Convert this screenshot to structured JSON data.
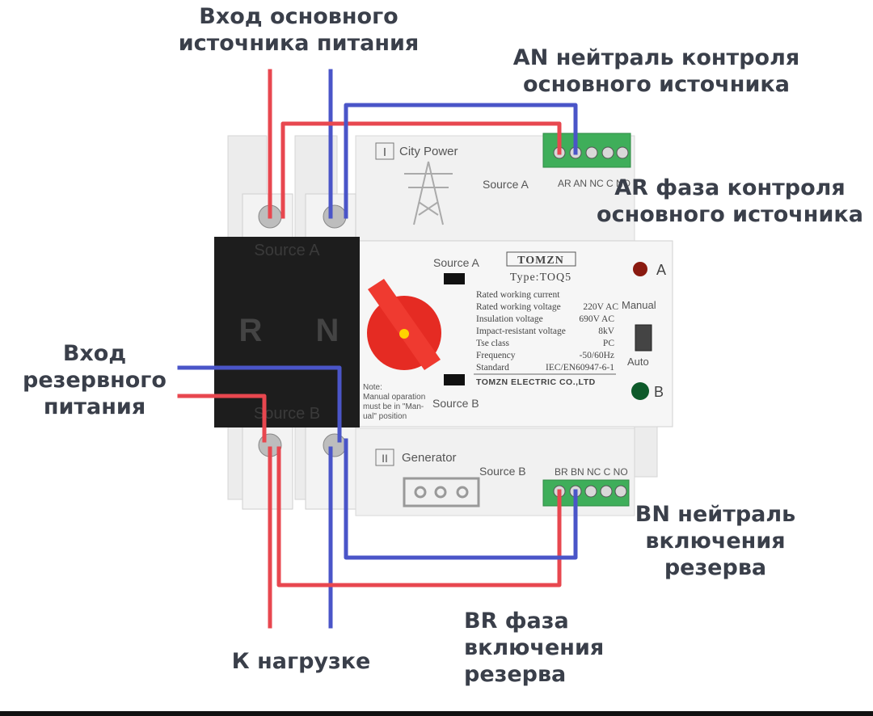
{
  "labels": {
    "main_input": [
      "Вход основного",
      "источника питания"
    ],
    "an_neutral": [
      "AN нейтраль контроля",
      "основного источника"
    ],
    "ar_phase": [
      "AR фаза контроля",
      "основного источника"
    ],
    "reserve_input": [
      "Вход",
      "резервного",
      "питания"
    ],
    "bn_neutral": [
      "BN нейтраль",
      "включения",
      "резерва"
    ],
    "br_phase": [
      "BR фаза",
      "включения",
      "резерва"
    ],
    "to_load": "К нагрузке"
  },
  "device": {
    "city_power_numeral": "I",
    "city_power": "City Power",
    "source_a_upper": "Source A",
    "terminals_a": "AR AN NC C NO",
    "breaker_source_a": "Source A",
    "breaker_source_b": "Source B",
    "pole_r": "R",
    "pole_n": "N",
    "brand": "TOMZN",
    "type": "Type:TOQ5",
    "switch_source_a": "Source A",
    "switch_source_b": "Source B",
    "specs": [
      {
        "k": "Rated working current",
        "v": ""
      },
      {
        "k": "Rated working voltage",
        "v": "220V AC"
      },
      {
        "k": "Insulation voltage",
        "v": "690V AC"
      },
      {
        "k": "Impact-resistant voltage",
        "v": "8kV"
      },
      {
        "k": "Tse class",
        "v": "PC"
      },
      {
        "k": "Frequency",
        "v": "-50/60Hz"
      },
      {
        "k": "Standard",
        "v": "IEC/EN60947-6-1"
      }
    ],
    "company": "TOMZN ELECTRIC CO.,LTD",
    "note": [
      "Note:",
      "Manual oparation",
      "must be in \"Man-",
      "ual\" position"
    ],
    "led_a": "A",
    "led_b": "B",
    "manual": "Manual",
    "auto": "Auto",
    "generator_numeral": "II",
    "generator": "Generator",
    "source_b_lower": "Source B",
    "terminals_b": "BR BN NC C NO"
  },
  "colors": {
    "phase_wire": "#e8474f",
    "neutral_wire": "#4a55c8",
    "label_text": "#3a3f4a",
    "handle": "#e52b23",
    "led_a": "#8a1a10",
    "led_b": "#0d5a2a",
    "terminal_block": "#3fae5a"
  }
}
